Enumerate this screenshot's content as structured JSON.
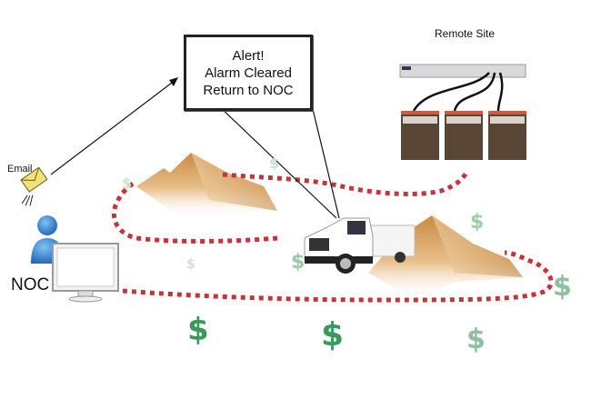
{
  "alert": {
    "line1": "Alert!",
    "line2": "Alarm Cleared",
    "line3": "Return to NOC"
  },
  "labels": {
    "remote_site": "Remote Site",
    "email": "Email",
    "noc": "NOC"
  },
  "symbols": {
    "dollar": "$"
  },
  "colors": {
    "route": "#c8323a",
    "dollar_strong": "#3a9a5a",
    "dollar_faded": "#8fbf9f",
    "mountain": "#d9a868",
    "person": "#2f7fcf",
    "envelope": "#f2e27a"
  }
}
